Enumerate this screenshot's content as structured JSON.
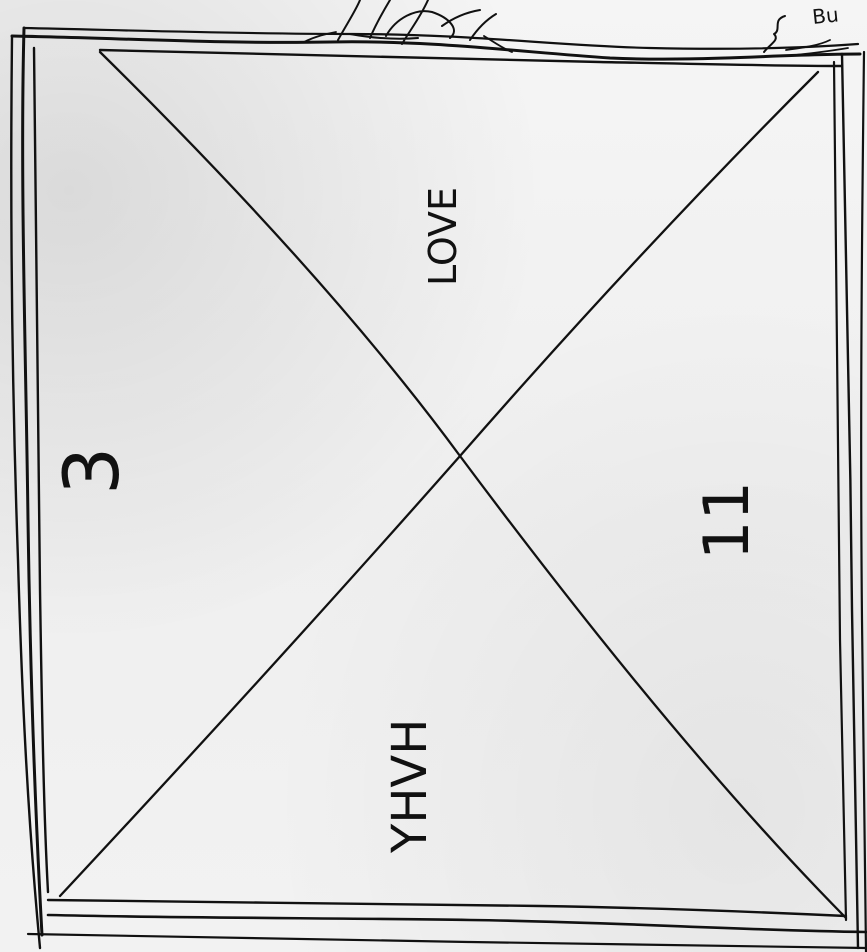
{
  "sketch": {
    "label_top": "LOVE",
    "label_left": "3",
    "label_right": "11",
    "label_bottom": "YHVH",
    "corner_note": "Bu"
  }
}
